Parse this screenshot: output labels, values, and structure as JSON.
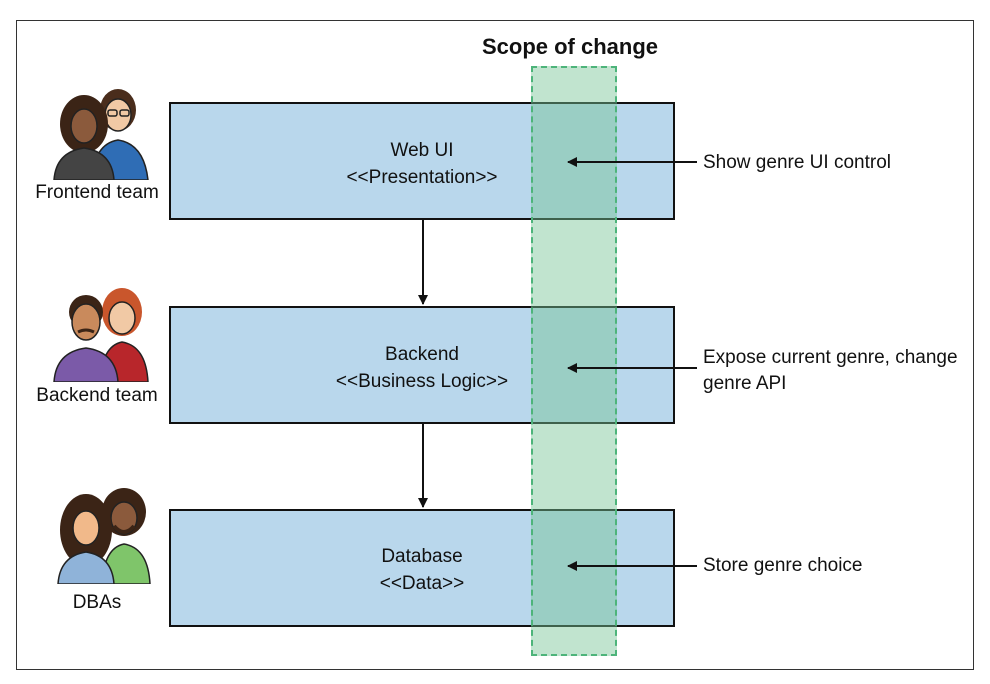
{
  "scope": {
    "title": "Scope of change"
  },
  "layers": [
    {
      "name": "Web UI",
      "stereotype": "<<Presentation>>"
    },
    {
      "name": "Backend",
      "stereotype": "<<Business Logic>>"
    },
    {
      "name": "Database",
      "stereotype": "<<Data>>"
    }
  ],
  "teams": [
    "Frontend team",
    "Backend team",
    "DBAs"
  ],
  "notes": [
    [
      "Show genre UI control"
    ],
    [
      "Expose current genre, change",
      "genre API"
    ],
    [
      "Store genre choice"
    ]
  ],
  "colors": {
    "layer_fill": "#b9d7ec",
    "scope_fill": "#a8dcbd",
    "scope_border": "#4db47a"
  },
  "icons": [
    "team-people-icon",
    "team-people-icon",
    "team-people-icon"
  ]
}
